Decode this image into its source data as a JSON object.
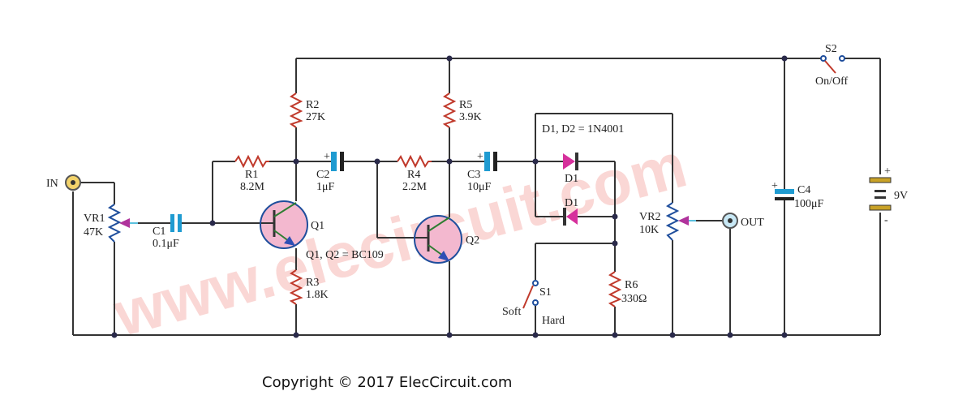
{
  "watermark": "www.elecircuit.com",
  "copyright": "Copyright © 2017 ElecCircuit.com",
  "ports": {
    "input": "IN",
    "output": "OUT"
  },
  "components": {
    "vr1": {
      "name": "VR1",
      "value": "47K"
    },
    "c1": {
      "name": "C1",
      "value": "0.1μF"
    },
    "r1": {
      "name": "R1",
      "value": "8.2M"
    },
    "r2": {
      "name": "R2",
      "value": "27K"
    },
    "r3": {
      "name": "R3",
      "value": "1.8K"
    },
    "c2": {
      "name": "C2",
      "value": "1μF"
    },
    "q1": {
      "name": "Q1"
    },
    "q_note": "Q1, Q2 = BC109",
    "r4": {
      "name": "R4",
      "value": "2.2M"
    },
    "r5": {
      "name": "R5",
      "value": "3.9K"
    },
    "q2": {
      "name": "Q2"
    },
    "c3": {
      "name": "C3",
      "value": "10μF"
    },
    "d_note": "D1, D2 = 1N4001",
    "d1a": {
      "name": "D1"
    },
    "d1b": {
      "name": "D1"
    },
    "s1": {
      "name": "S1",
      "soft": "Soft",
      "hard": "Hard"
    },
    "r6": {
      "name": "R6",
      "value": "330Ω"
    },
    "vr2": {
      "name": "VR2",
      "value": "10K"
    },
    "c4": {
      "name": "C4",
      "value": "100μF"
    },
    "s2": {
      "name": "S2",
      "label": "On/Off"
    },
    "battery": {
      "value": "9V",
      "plus": "+",
      "minus": "-"
    },
    "cap_plus": "+"
  },
  "colors": {
    "wire": "#333333",
    "resistor": "#c0392b",
    "potentiometer": "#1f4e9c",
    "capacitor": "#1f9bd1",
    "transistor_fill": "#f3b8cf",
    "diode": "#d6309c",
    "battery": "#c9a227",
    "watermark": "#f4a6a2"
  }
}
